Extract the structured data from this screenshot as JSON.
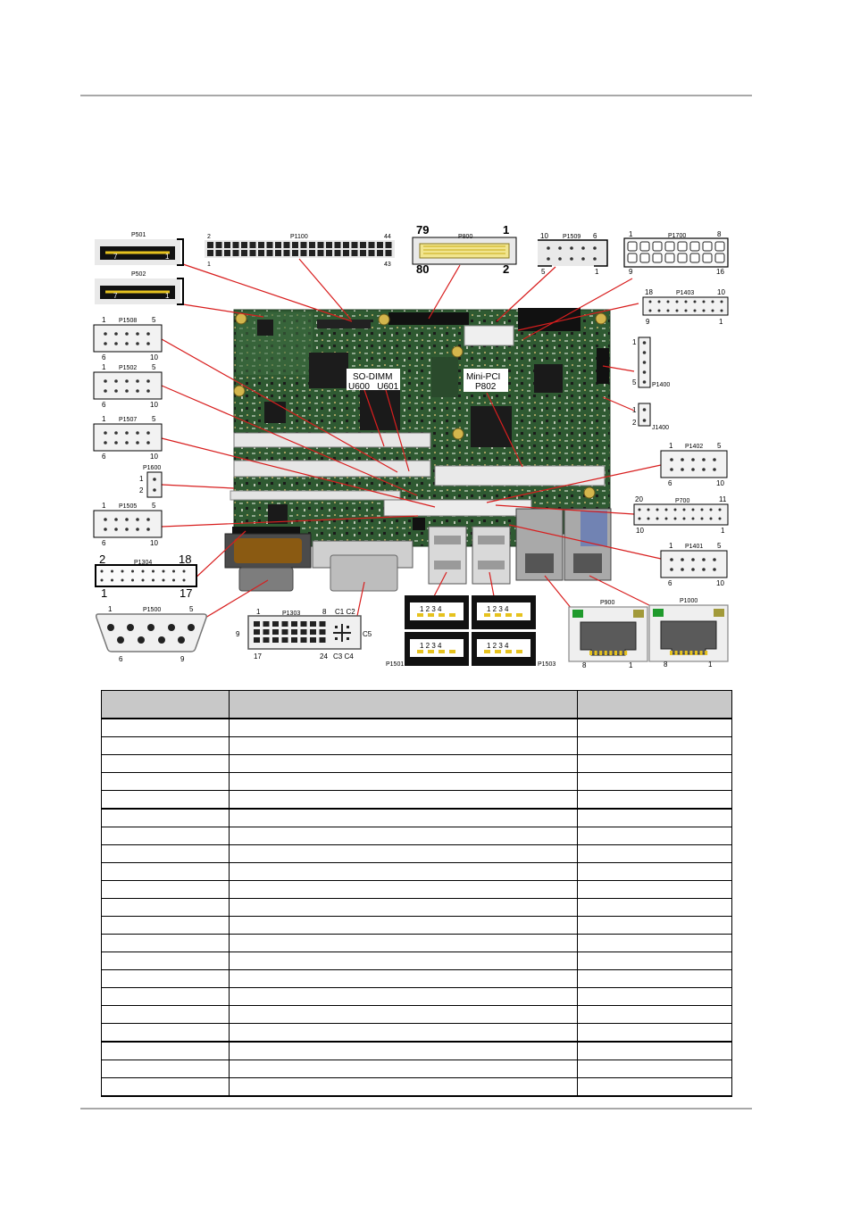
{
  "figure": {
    "callouts": {
      "p501": "P501",
      "p501_l": "7",
      "p501_r": "1",
      "p502": "P502",
      "p502_l": "7",
      "p502_r": "1",
      "p1100": "P1100",
      "p1100_tl": "2",
      "p1100_tr": "44",
      "p1100_bl": "1",
      "p1100_br": "43",
      "p800": "P800",
      "p800_tl": "79",
      "p800_tr": "1",
      "p800_bl": "80",
      "p800_br": "2",
      "p1509": "P1509",
      "p1509_tl": "10",
      "p1509_tr": "6",
      "p1509_bl": "5",
      "p1509_br": "1",
      "p1700": "P1700",
      "p1700_tl": "1",
      "p1700_tr": "8",
      "p1700_bl": "9",
      "p1700_br": "16",
      "p1403": "P1403",
      "p1403_tl": "18",
      "p1403_tr": "10",
      "p1403_bl": "9",
      "p1403_br": "1",
      "p1508": "P1508",
      "p1508_tl": "1",
      "p1508_tr": "5",
      "p1508_bl": "6",
      "p1508_br": "10",
      "p1502": "P1502",
      "p1502_tl": "1",
      "p1502_tr": "5",
      "p1502_bl": "6",
      "p1502_br": "10",
      "p1507": "P1507",
      "p1507_tl": "1",
      "p1507_tr": "5",
      "p1507_bl": "6",
      "p1507_br": "10",
      "p1600": "P1600",
      "p1600_1": "1",
      "p1600_2": "2",
      "p1505": "P1505",
      "p1505_tl": "1",
      "p1505_tr": "5",
      "p1505_bl": "6",
      "p1505_br": "10",
      "p1304": "P1304",
      "p1304_tl": "2",
      "p1304_tr": "18",
      "p1304_bl": "1",
      "p1304_br": "17",
      "p1500": "P1500",
      "p1500_tl": "1",
      "p1500_tr": "5",
      "p1500_bl": "6",
      "p1500_br": "9",
      "p1303": "P1303",
      "p1303_1": "1",
      "p1303_8": "8",
      "p1303_c1c2": "C1 C2",
      "p1303_9": "9",
      "p1303_c5": "C5",
      "p1303_17": "17",
      "p1303_24": "24",
      "p1303_c3c4": "C3 C4",
      "usb_pins": "1 2 3 4",
      "p1501": "P1501",
      "p1503": "P1503",
      "p900": "P900",
      "p900_l": "8",
      "p900_r": "1",
      "p1000": "P1000",
      "p1000_l": "8",
      "p1000_r": "1",
      "p1400": "P1400",
      "p1400_1": "1",
      "p1400_5": "5",
      "j1400": "J1400",
      "j1400_1": "1",
      "j1400_2": "2",
      "p1402": "P1402",
      "p1402_tl": "1",
      "p1402_tr": "5",
      "p1402_bl": "6",
      "p1402_br": "10",
      "p700": "P700",
      "p700_tl": "20",
      "p700_tr": "11",
      "p700_bl": "10",
      "p700_br": "1",
      "p1401": "P1401",
      "p1401_tl": "1",
      "p1401_tr": "5",
      "p1401_bl": "6",
      "p1401_br": "10",
      "sodimm_title": "SO-DIMM",
      "sodimm_sub": "U600   U601",
      "minipci_title": "Mini-PCI",
      "minipci_sub": "P802"
    }
  },
  "table": {
    "headers": [
      "",
      "",
      ""
    ],
    "row_count": 21
  }
}
